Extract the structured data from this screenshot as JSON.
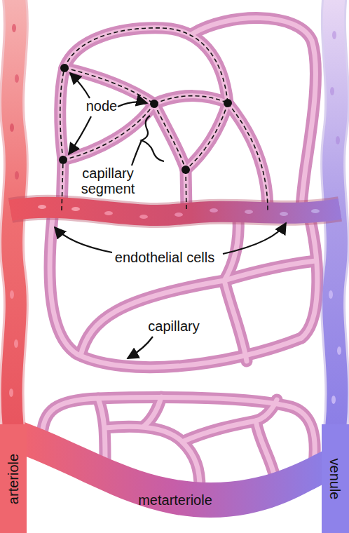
{
  "diagram": {
    "nodes": [
      {
        "text": [
          "arteriole"
        ]
      },
      {
        "text": [
          "metarteriole"
        ]
      },
      {
        "text": [
          "venule"
        ]
      }
    ],
    "labels": [
      "node",
      "capillary segment",
      "endothelial cells",
      "capillary"
    ]
  }
}
